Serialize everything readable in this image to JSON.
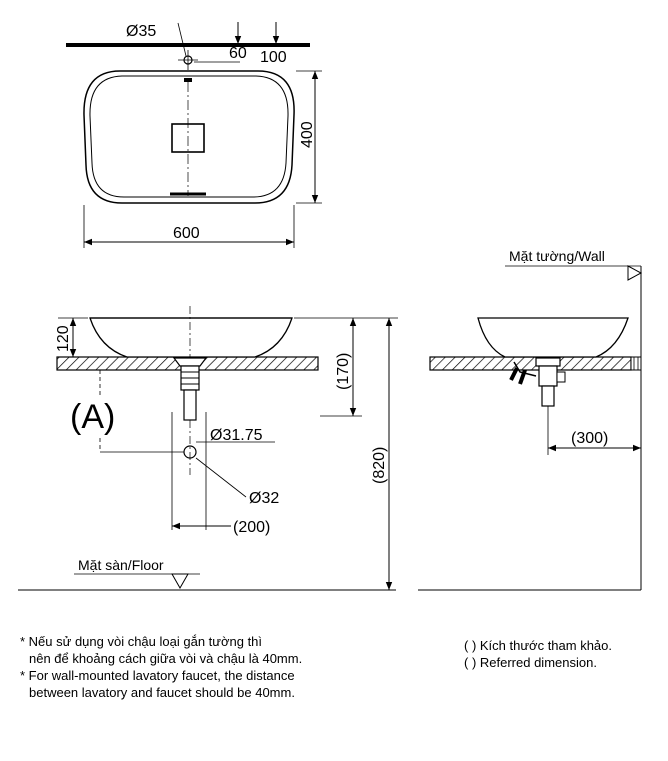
{
  "top_view": {
    "dim_drain_diameter": "Ø35",
    "dim_offset_60": "60",
    "dim_offset_100": "100",
    "dim_depth": "400",
    "dim_width": "600"
  },
  "front_view": {
    "dim_bowl_height": "120",
    "dim_counter_to_top": "(170)",
    "dim_total_height": "(820)",
    "dim_pipe_diameter": "Ø31.75",
    "dim_trap_diameter": "Ø32",
    "dim_trap_offset": "(200)",
    "detail_label": "(A)",
    "floor_label": "Mặt sàn/Floor"
  },
  "side_view": {
    "wall_label": "Mặt tường/Wall",
    "dim_wall_distance": "(300)"
  },
  "notes": {
    "vi_line1": "* Nếu sử dụng vòi chậu loại gắn tường thì",
    "vi_line2": "nên để khoảng cách giữa vòi và chậu là 40mm.",
    "en_line1": "* For wall-mounted lavatory faucet, the distance",
    "en_line2": "between lavatory and faucet should be 40mm.",
    "ref_vi": "( ) Kích thước tham khảo.",
    "ref_en": "( ) Referred dimension."
  }
}
